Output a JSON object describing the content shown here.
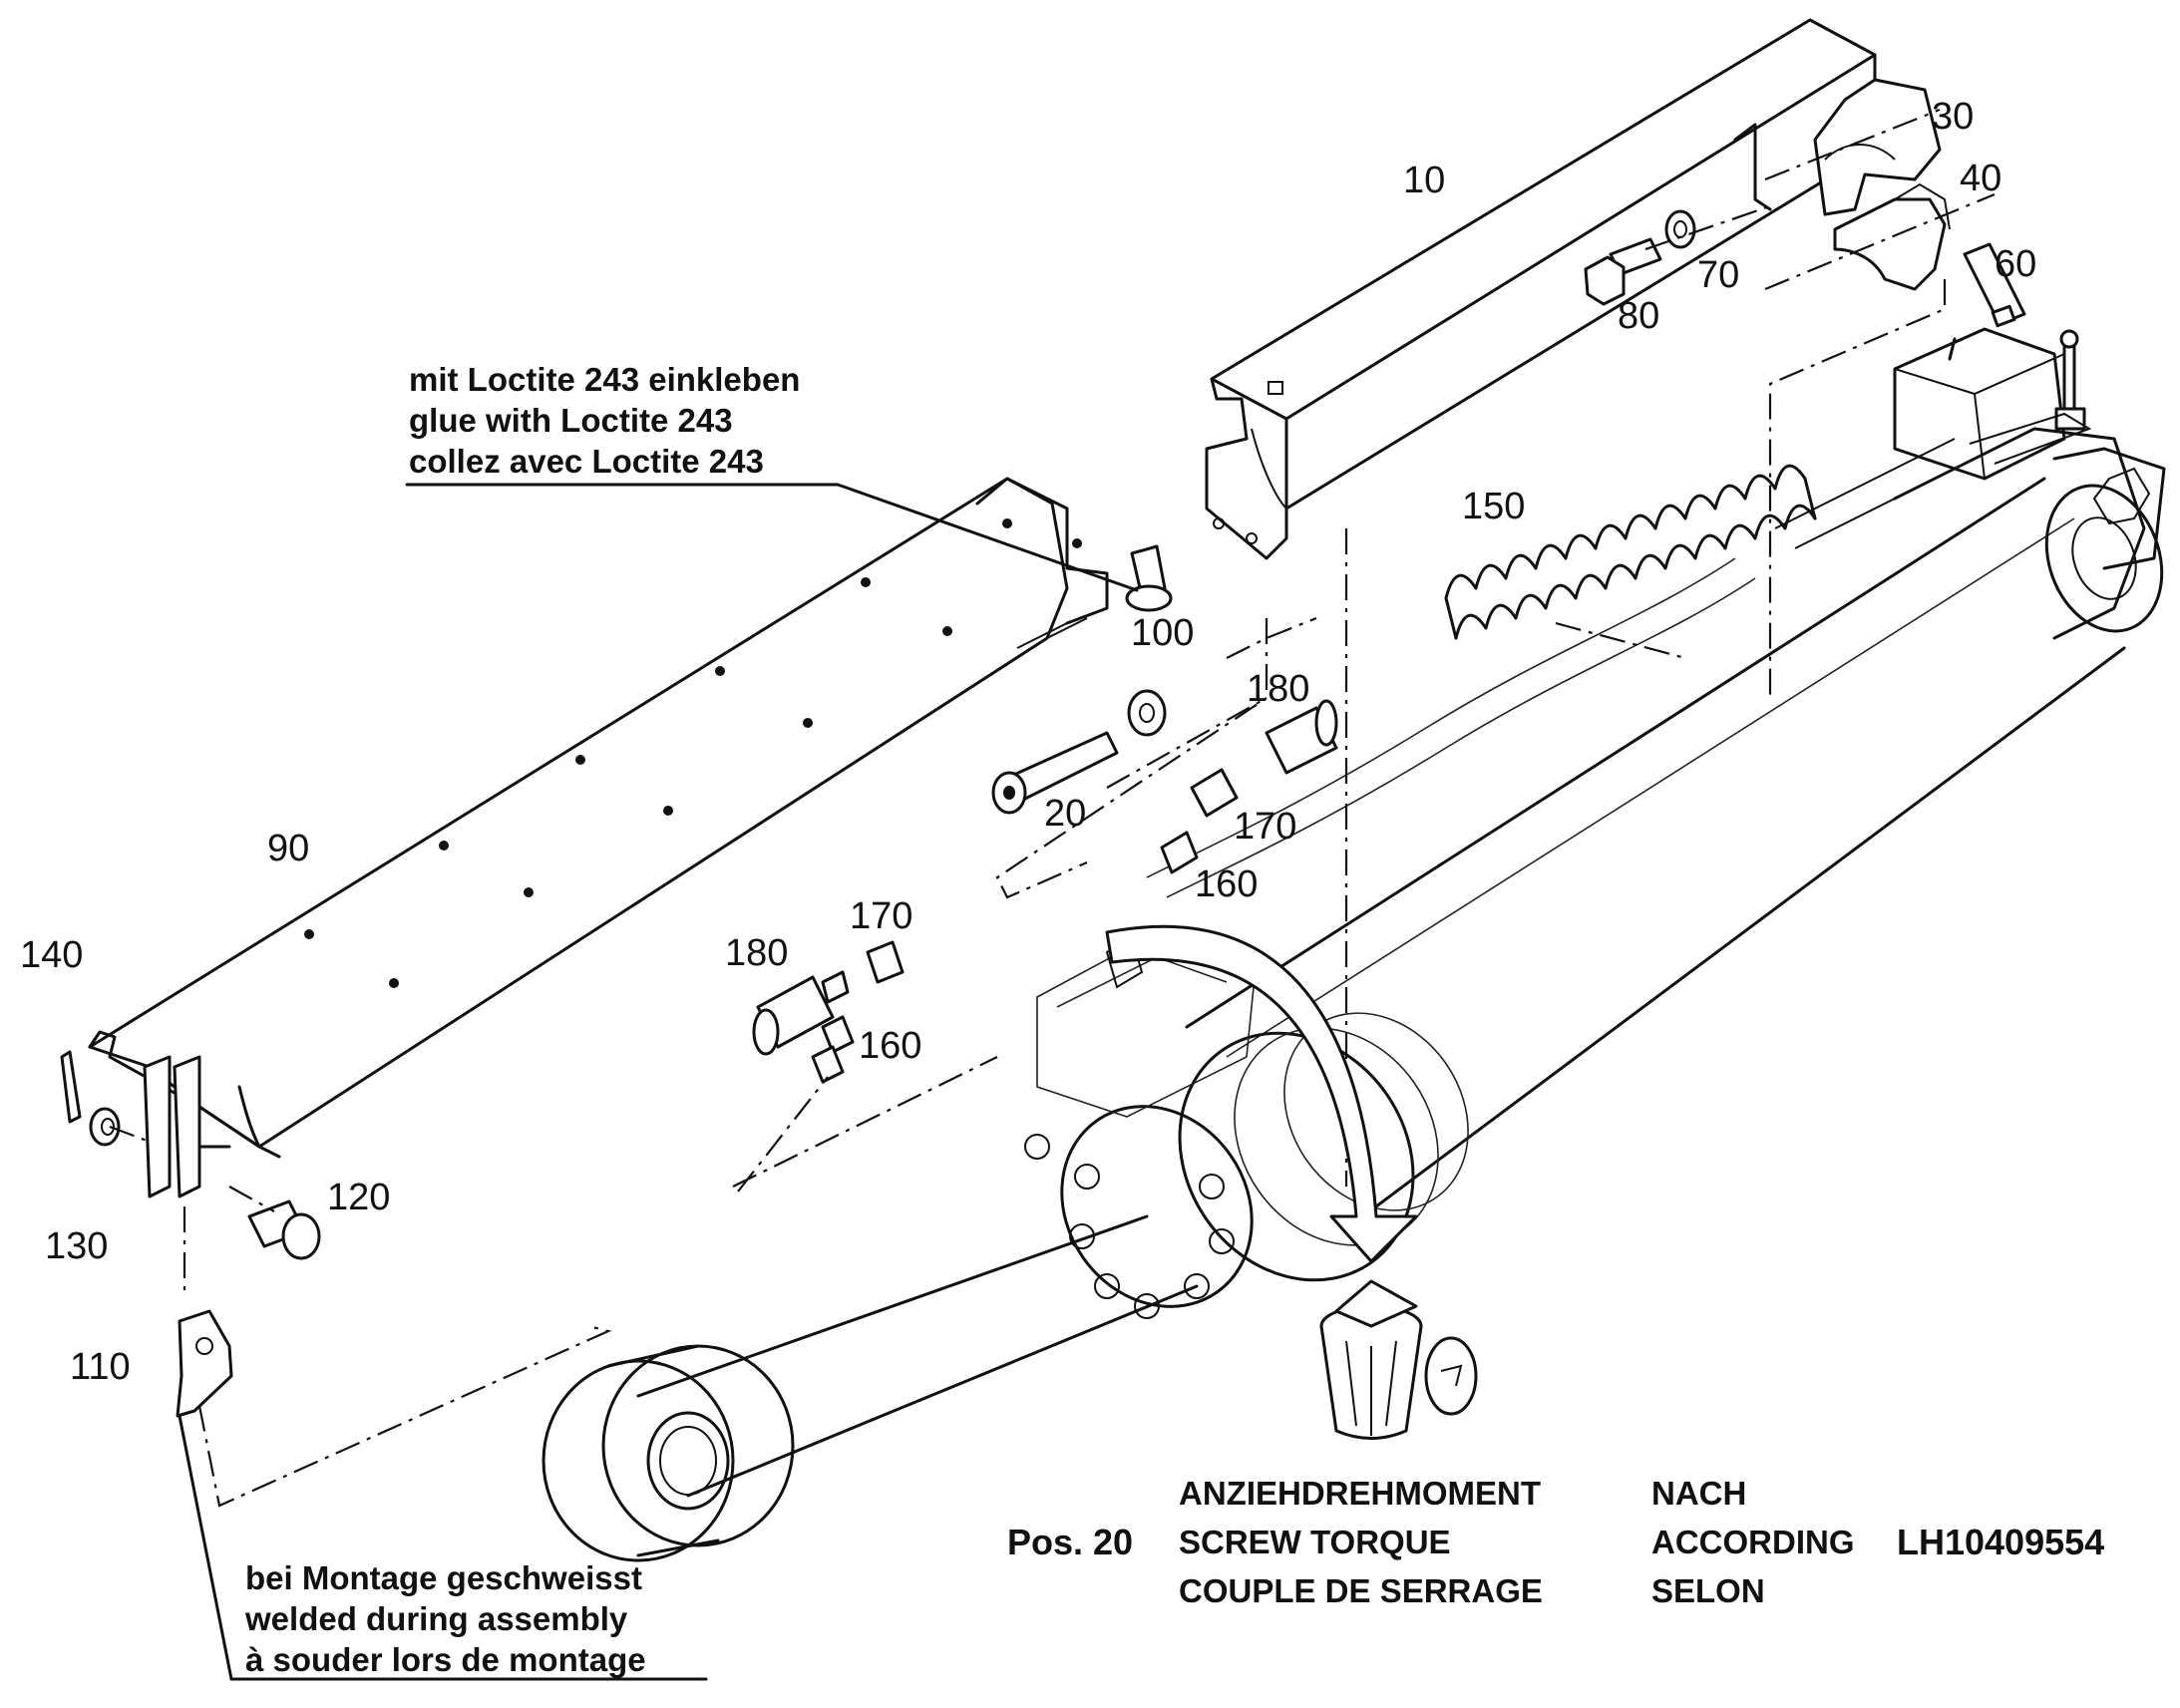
{
  "part_numbers": {
    "p10": "10",
    "p20": "20",
    "p30": "30",
    "p40": "40",
    "p60": "60",
    "p70": "70",
    "p80": "80",
    "p90": "90",
    "p100": "100",
    "p110": "110",
    "p120": "120",
    "p130": "130",
    "p140": "140",
    "p150": "150",
    "p160a": "160",
    "p160b": "160",
    "p170a": "170",
    "p170b": "170",
    "p180a": "180",
    "p180b": "180"
  },
  "notes": {
    "loctite": [
      "mit Loctite 243 einkleben",
      "glue with Loctite 243",
      "collez avec Loctite 243"
    ],
    "welded": [
      "bei Montage geschweisst",
      "welded during assembly",
      "à souder lors de montage"
    ]
  },
  "torque": {
    "position": "Pos. 20",
    "labels": [
      "ANZIEHDREHMOMENT",
      "SCREW TORQUE",
      "COUPLE DE SERRAGE"
    ],
    "according": [
      "NACH",
      "ACCORDING",
      "SELON"
    ],
    "reference": "LH10409554"
  },
  "icons": {
    "discard": "trash-bin-icon"
  }
}
